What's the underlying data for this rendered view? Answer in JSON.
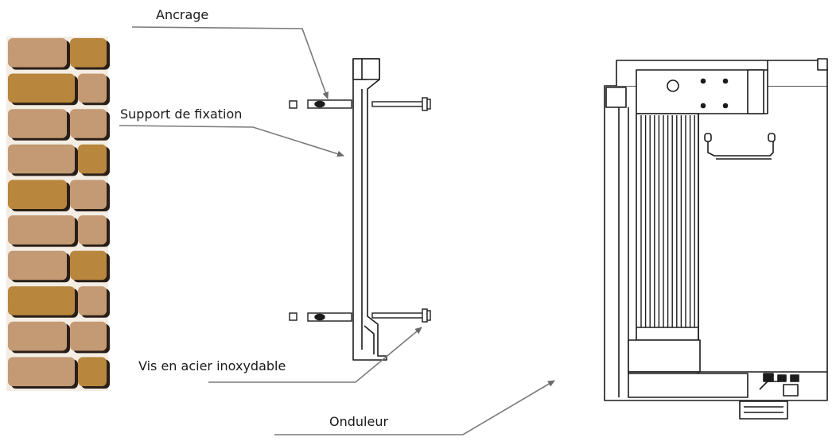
{
  "labels": {
    "anchor": "Ancrage",
    "bracket": "Support de fixation",
    "screw": "Vis en acier inoxydable",
    "inverter": "Onduleur"
  },
  "colors": {
    "brick_light": "#c39a74",
    "brick_dark": "#b8863c",
    "brick_shadow": "#2a1f18",
    "mortar": "#f3ede4",
    "line": "#1c1c1c",
    "leader": "#7a7a7a"
  },
  "icons": {
    "wall": "brick-wall",
    "bracket": "mounting-bracket",
    "device": "inverter-side-view"
  }
}
